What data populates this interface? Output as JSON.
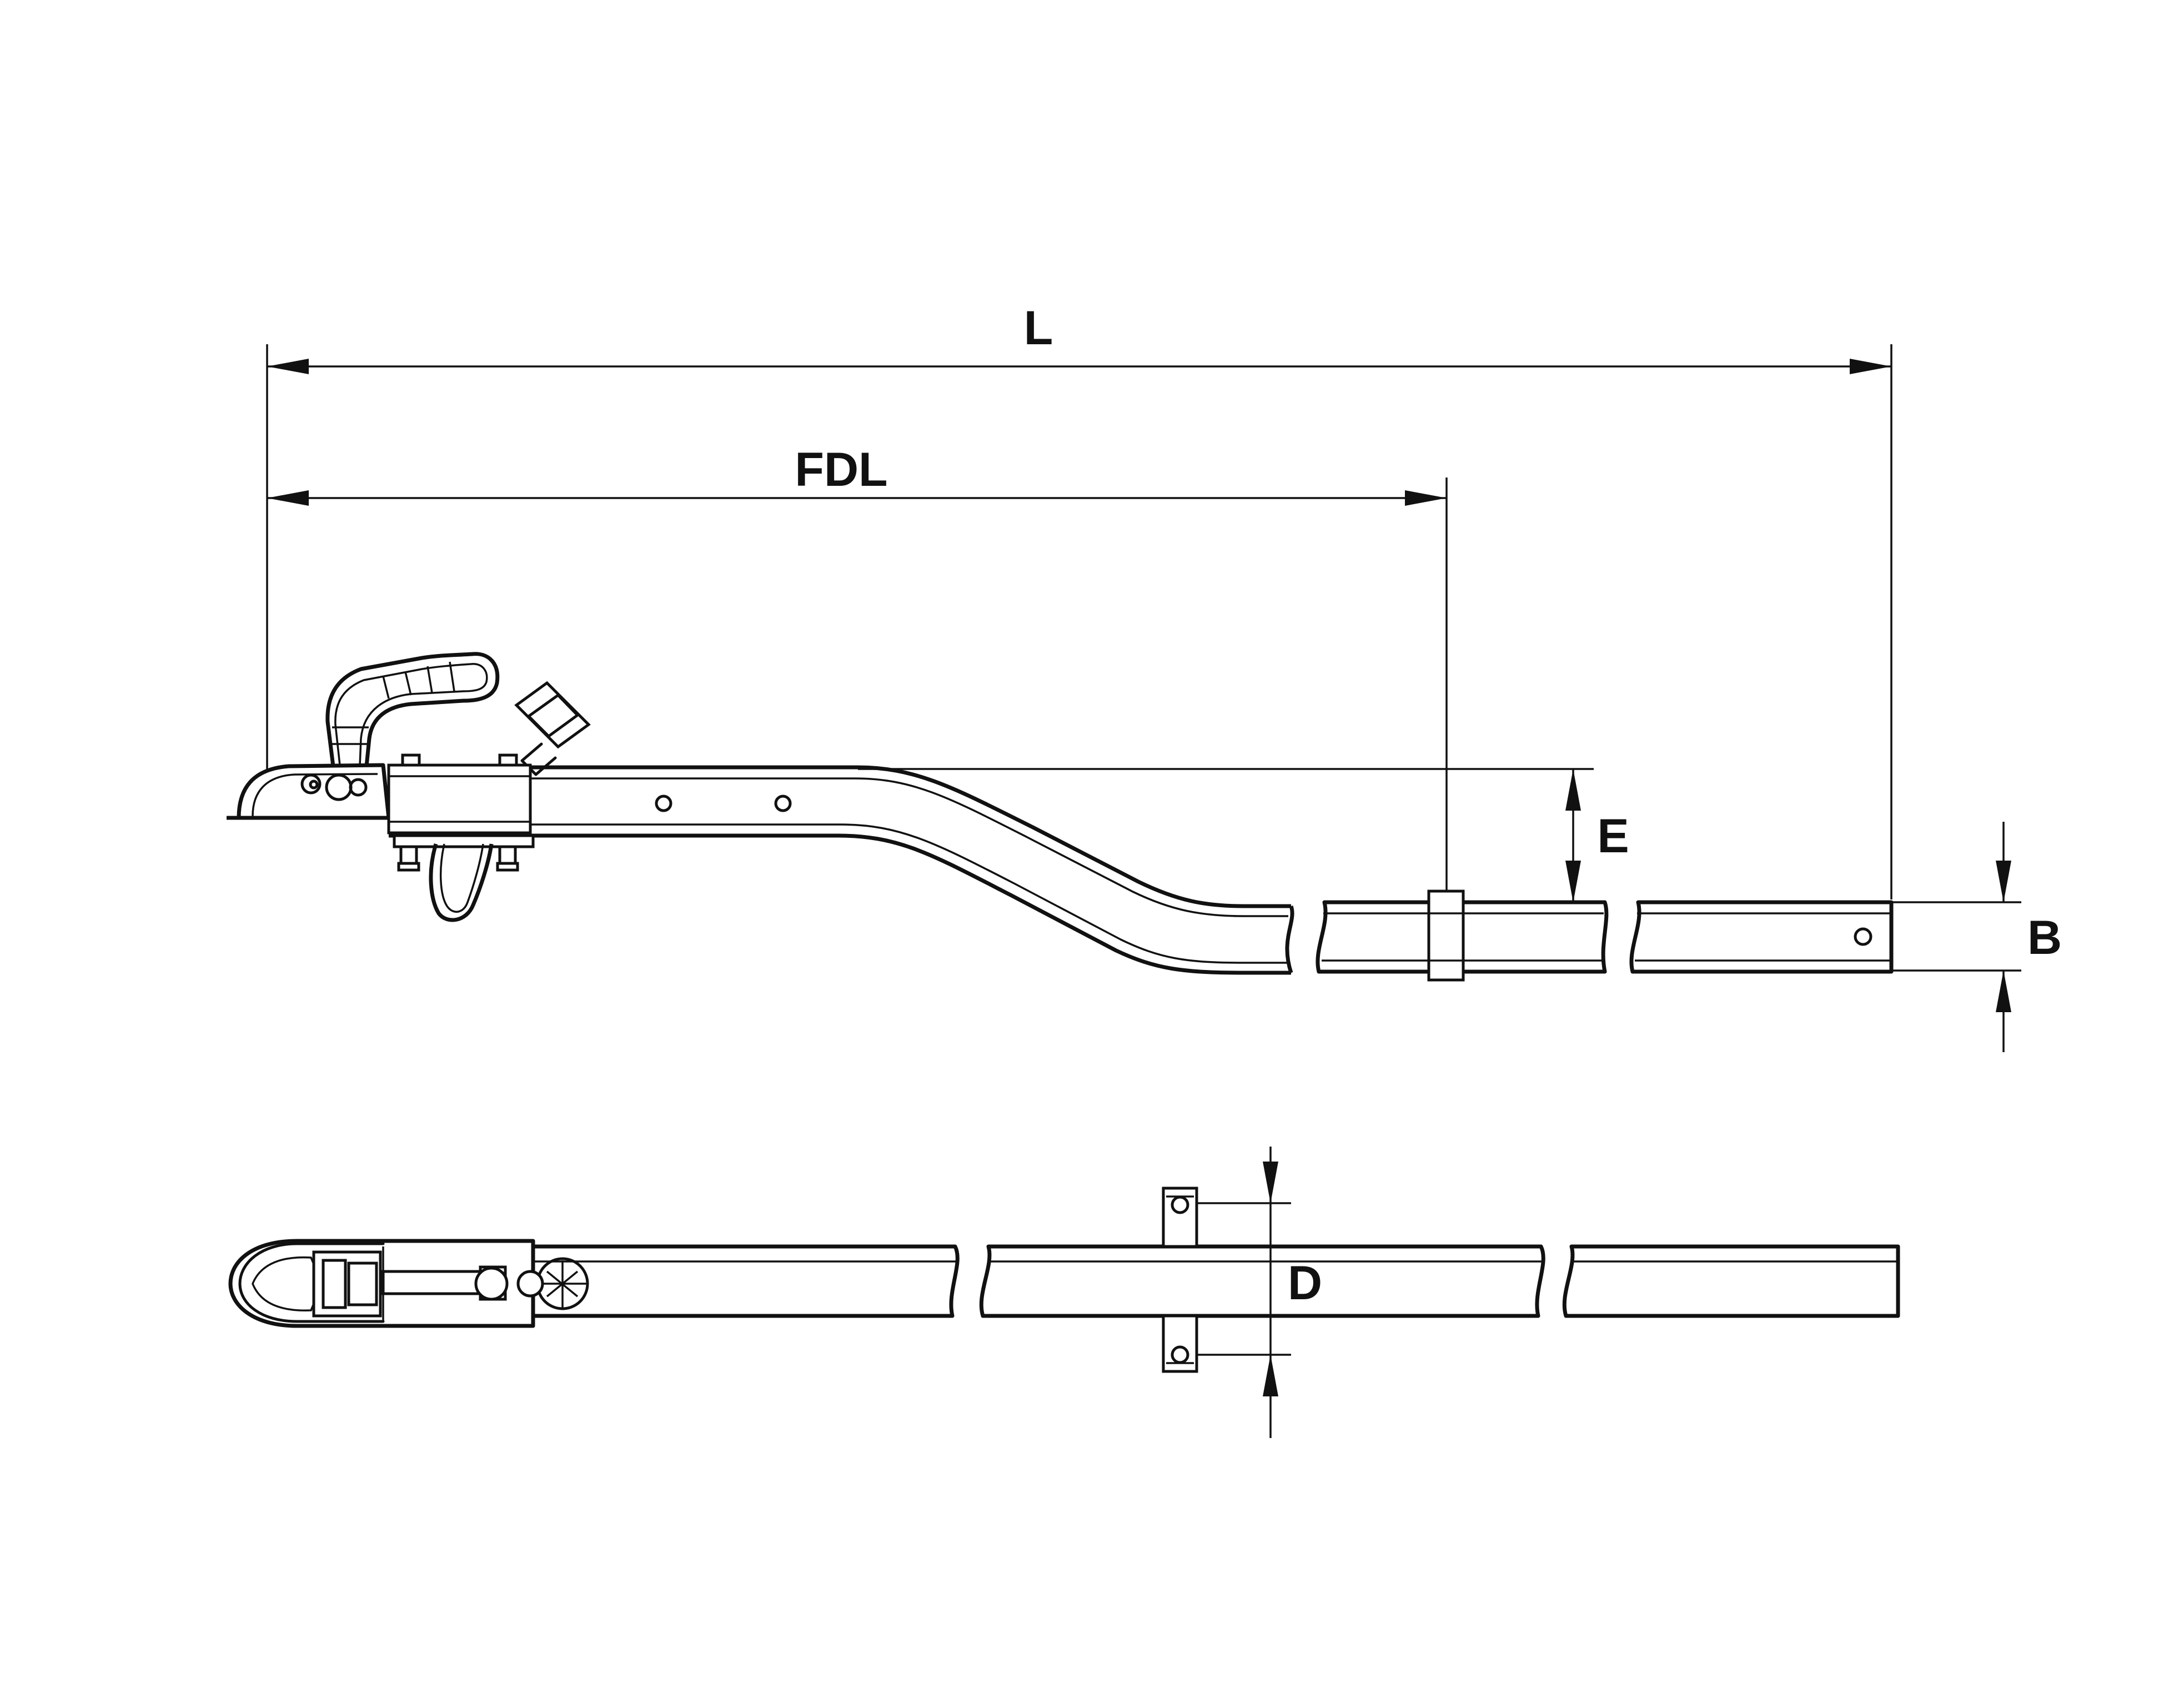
{
  "dimensions": {
    "L": "L",
    "FDL": "FDL",
    "E": "E",
    "B": "B",
    "D": "D"
  },
  "views": [
    {
      "view": "side-view"
    },
    {
      "view": "top-view"
    }
  ]
}
